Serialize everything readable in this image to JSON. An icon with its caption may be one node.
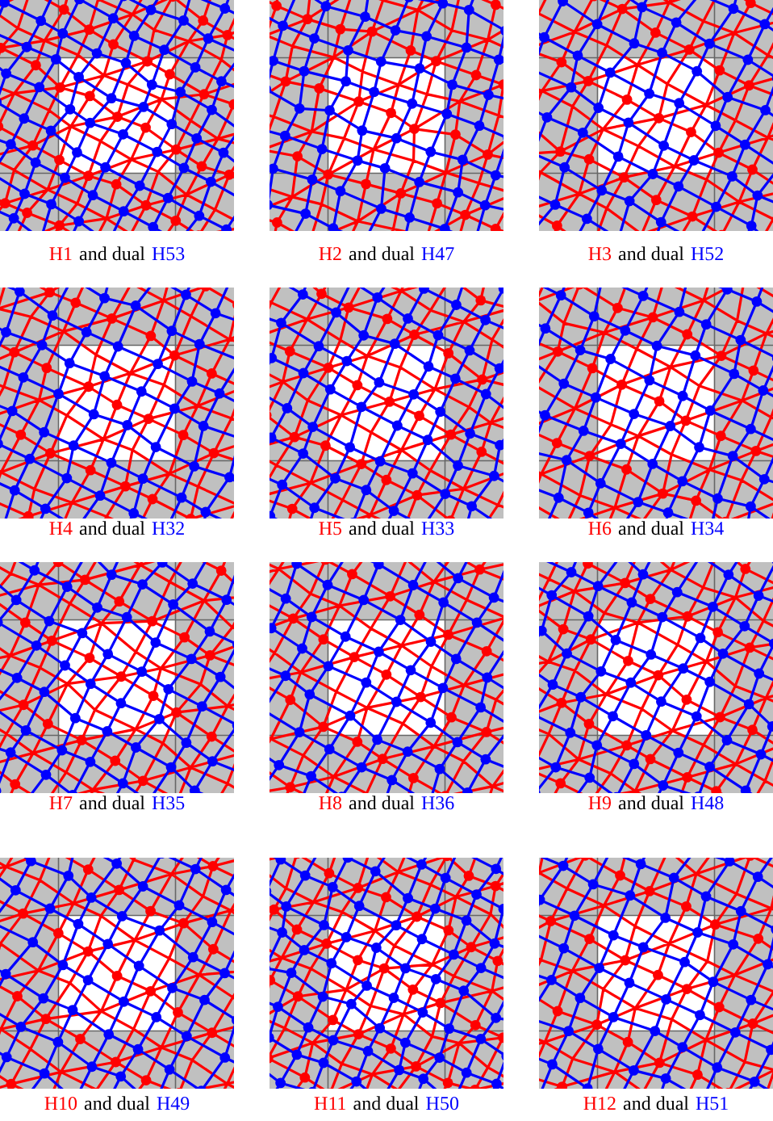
{
  "diagram": {
    "labels": [
      "H1",
      "and dual",
      "H53",
      "H2",
      "and dual",
      "H47",
      "H3",
      "and dual",
      "H52",
      "H4",
      "and dual",
      "H32",
      "H5",
      "and dual",
      "H33",
      "H6",
      "and dual",
      "H34",
      "H7",
      "and dual",
      "H35",
      "H8",
      "and dual",
      "H36",
      "H9",
      "and dual",
      "H48",
      "H10",
      "and dual",
      "H49",
      "H11",
      "and dual",
      "H50",
      "H12",
      "and dual",
      "H51"
    ]
  }
}
